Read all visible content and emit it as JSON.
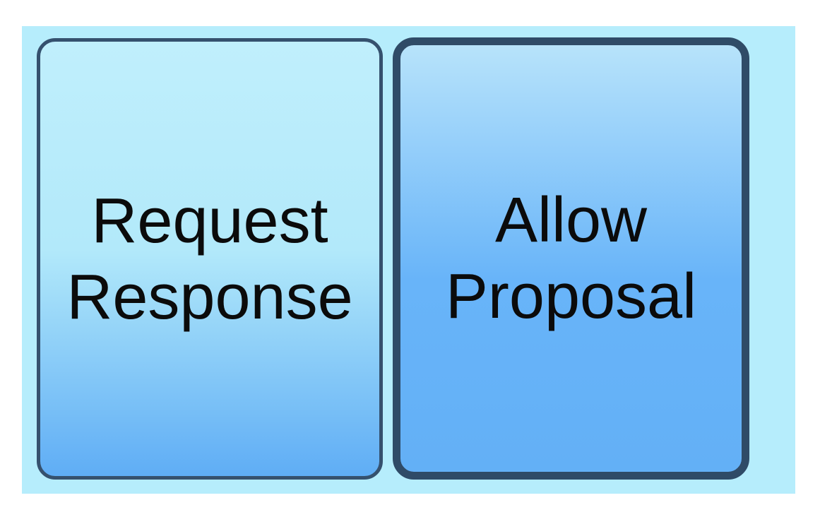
{
  "colors": {
    "page_bg": "#ffffff",
    "panel_bg": "#b6edfc",
    "text_color": "#0b0b0b",
    "node_border": "#35516e",
    "selected_border": "#2f4b67",
    "left_grad_top": "#c0effc",
    "left_grad_mid": "#b2e9fa",
    "left_grad_bottom": "#5fadf5",
    "right_grad_top": "#b7e3fa",
    "right_grad_mid": "#68b4f9",
    "right_grad_bottom": "#63b0f6"
  },
  "nodes": [
    {
      "id": "request-response",
      "lines": [
        "Request",
        "Response"
      ],
      "selected": false
    },
    {
      "id": "allow-proposal",
      "lines": [
        "Allow",
        "Proposal"
      ],
      "selected": true
    }
  ]
}
